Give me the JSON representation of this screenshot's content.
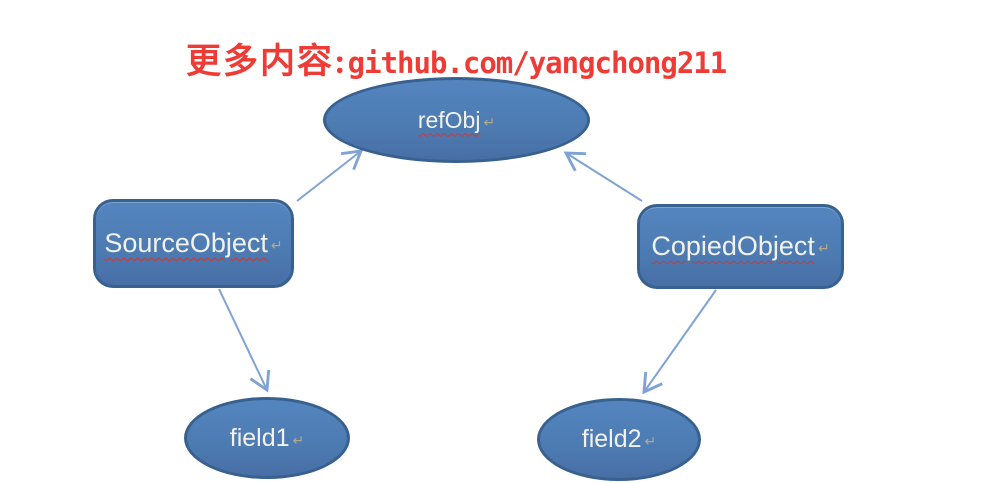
{
  "header": {
    "prefix": "更多内容:",
    "url": "github.com/yangchong211",
    "color": "#ee3b36"
  },
  "nodes": {
    "refObj": {
      "label": "refObj",
      "shape": "ellipse",
      "misspelled": true
    },
    "source": {
      "label": "SourceObject",
      "shape": "rounded-rect",
      "misspelled": true
    },
    "copied": {
      "label": "CopiedObject",
      "shape": "rounded-rect",
      "misspelled": true
    },
    "field1": {
      "label": "field1",
      "shape": "ellipse",
      "misspelled": false
    },
    "field2": {
      "label": "field2",
      "shape": "ellipse",
      "misspelled": false
    }
  },
  "edges": [
    {
      "from": "SourceObject",
      "to": "refObj"
    },
    {
      "from": "CopiedObject",
      "to": "refObj"
    },
    {
      "from": "SourceObject",
      "to": "field1"
    },
    {
      "from": "CopiedObject",
      "to": "field2"
    }
  ],
  "marks": {
    "return_mark": "↵"
  },
  "colors": {
    "node_fill": "#4d7cb3",
    "node_border": "#38618f",
    "arrow": "#7ea3d4",
    "header_red": "#ee3b36",
    "label_text": "#f2f1ec",
    "spell_underline": "#cf3732"
  }
}
